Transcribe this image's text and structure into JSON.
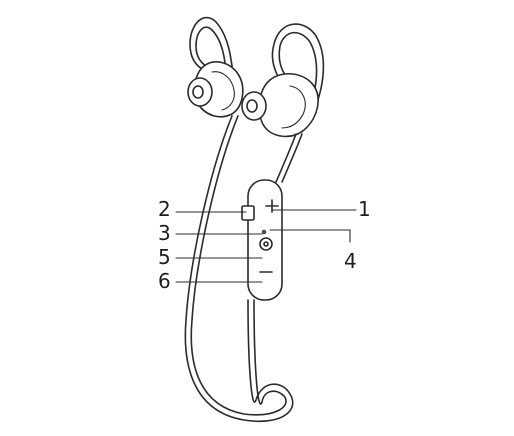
{
  "callouts": [
    {
      "id": "c1",
      "number": "1"
    },
    {
      "id": "c2",
      "number": "2"
    },
    {
      "id": "c3",
      "number": "3"
    },
    {
      "id": "c4",
      "number": "4"
    },
    {
      "id": "c5",
      "number": "5"
    },
    {
      "id": "c6",
      "number": "6"
    }
  ]
}
